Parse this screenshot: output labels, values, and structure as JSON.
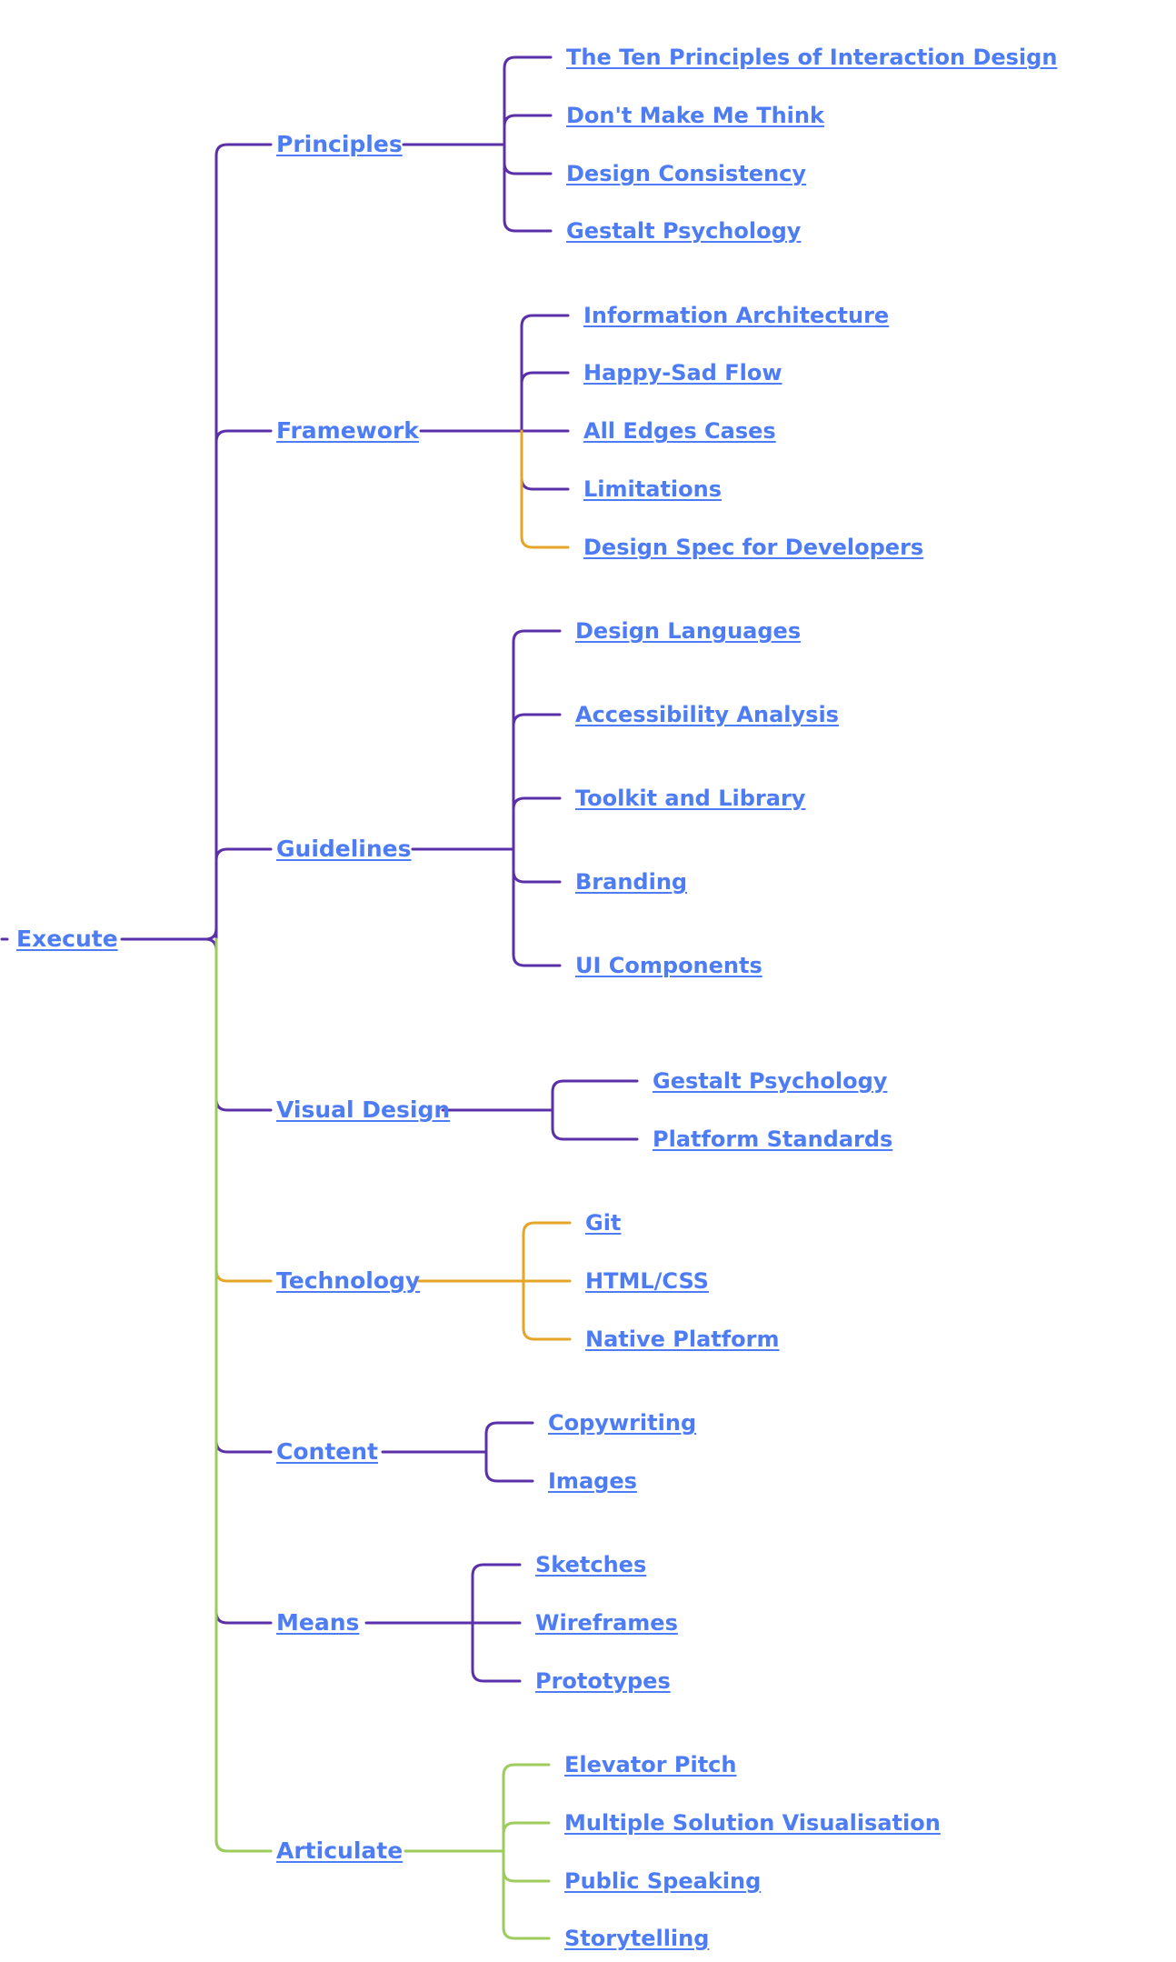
{
  "colors": {
    "link": "#4d7cf5",
    "purple": "#5b2fa8",
    "orange": "#e5a526",
    "green": "#9ccc5b"
  },
  "root": {
    "label": "Execute"
  },
  "branches": [
    {
      "label": "Principles",
      "children": [
        {
          "label": "The Ten Principles of Interaction Design"
        },
        {
          "label": "Don't Make Me Think"
        },
        {
          "label": "Design Consistency"
        },
        {
          "label": "Gestalt Psychology"
        }
      ]
    },
    {
      "label": "Framework",
      "children": [
        {
          "label": "Information Architecture"
        },
        {
          "label": "Happy-Sad Flow"
        },
        {
          "label": "All Edges Cases"
        },
        {
          "label": "Limitations"
        },
        {
          "label": "Design Spec for Developers"
        }
      ]
    },
    {
      "label": "Guidelines",
      "children": [
        {
          "label": "Design Languages"
        },
        {
          "label": "Accessibility Analysis"
        },
        {
          "label": "Toolkit and Library"
        },
        {
          "label": "Branding"
        },
        {
          "label": "UI Components"
        }
      ]
    },
    {
      "label": "Visual Design",
      "children": [
        {
          "label": "Gestalt Psychology"
        },
        {
          "label": "Platform Standards"
        }
      ]
    },
    {
      "label": "Technology",
      "children": [
        {
          "label": "Git"
        },
        {
          "label": "HTML/CSS"
        },
        {
          "label": "Native Platform"
        }
      ]
    },
    {
      "label": "Content",
      "children": [
        {
          "label": "Copywriting"
        },
        {
          "label": "Images"
        }
      ]
    },
    {
      "label": "Means",
      "children": [
        {
          "label": "Sketches"
        },
        {
          "label": "Wireframes"
        },
        {
          "label": "Prototypes"
        }
      ]
    },
    {
      "label": "Articulate",
      "children": [
        {
          "label": "Elevator Pitch"
        },
        {
          "label": "Multiple Solution Visualisation"
        },
        {
          "label": "Public Speaking"
        },
        {
          "label": "Storytelling"
        }
      ]
    }
  ]
}
